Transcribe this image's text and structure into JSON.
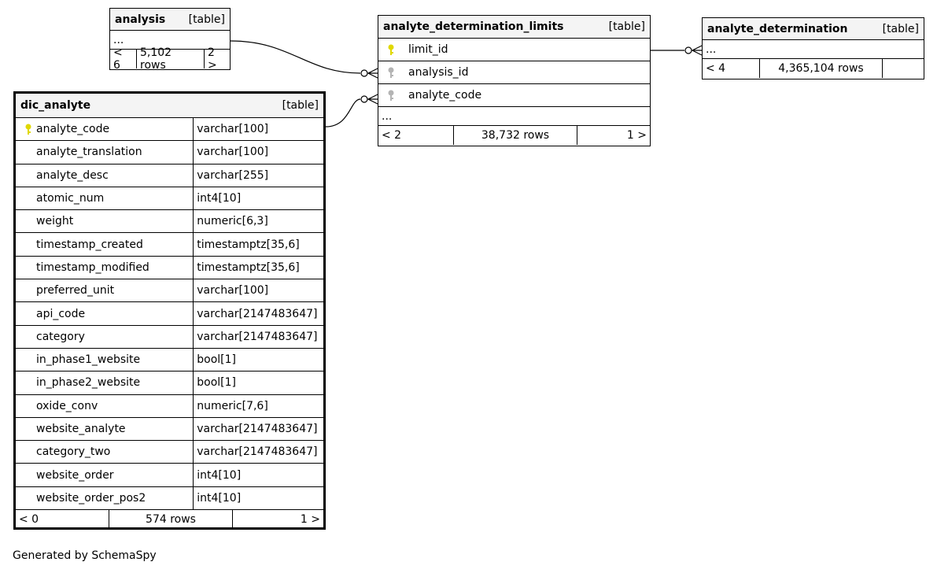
{
  "analysis": {
    "name": "analysis",
    "kind": "[table]",
    "ellipsis": "...",
    "footer": {
      "left": "< 6",
      "center": "5,102 rows",
      "right": "2 >"
    }
  },
  "limits": {
    "name": "analyte_determination_limits",
    "kind": "[table]",
    "columns": [
      "limit_id",
      "analysis_id",
      "analyte_code"
    ],
    "ellipsis": "...",
    "footer": {
      "left": "< 2",
      "center": "38,732 rows",
      "right": "1 >"
    }
  },
  "determination": {
    "name": "analyte_determination",
    "kind": "[table]",
    "ellipsis": "...",
    "footer": {
      "left": "< 4",
      "center": "4,365,104 rows",
      "right": ""
    }
  },
  "dic": {
    "name": "dic_analyte",
    "kind": "[table]",
    "columns": [
      {
        "name": "analyte_code",
        "type": "varchar[100]"
      },
      {
        "name": "analyte_translation",
        "type": "varchar[100]"
      },
      {
        "name": "analyte_desc",
        "type": "varchar[255]"
      },
      {
        "name": "atomic_num",
        "type": "int4[10]"
      },
      {
        "name": "weight",
        "type": "numeric[6,3]"
      },
      {
        "name": "timestamp_created",
        "type": "timestamptz[35,6]"
      },
      {
        "name": "timestamp_modified",
        "type": "timestamptz[35,6]"
      },
      {
        "name": "preferred_unit",
        "type": "varchar[100]"
      },
      {
        "name": "api_code",
        "type": "varchar[2147483647]"
      },
      {
        "name": "category",
        "type": "varchar[2147483647]"
      },
      {
        "name": "in_phase1_website",
        "type": "bool[1]"
      },
      {
        "name": "in_phase2_website",
        "type": "bool[1]"
      },
      {
        "name": "oxide_conv",
        "type": "numeric[7,6]"
      },
      {
        "name": "website_analyte",
        "type": "varchar[2147483647]"
      },
      {
        "name": "category_two",
        "type": "varchar[2147483647]"
      },
      {
        "name": "website_order",
        "type": "int4[10]"
      },
      {
        "name": "website_order_pos2",
        "type": "int4[10]"
      }
    ],
    "footer": {
      "left": "< 0",
      "center": "574 rows",
      "right": "1 >"
    }
  },
  "colors": {
    "primary_key": "#e0d800",
    "foreign_key": "#b4b4b4"
  },
  "credit": "Generated by SchemaSpy"
}
